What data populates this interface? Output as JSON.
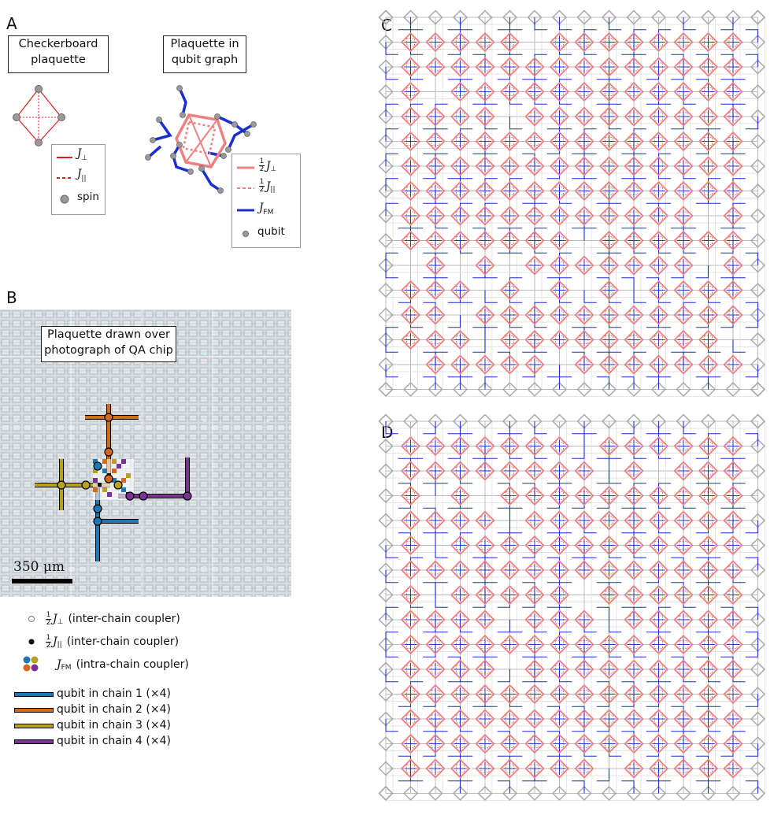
{
  "panel_a": {
    "letter": "A",
    "checkerboard_title": [
      "Checkerboard",
      "plaquette"
    ],
    "qubit_graph_title": [
      "Plaquette in",
      "qubit graph"
    ],
    "legend1": {
      "j_perp": "J",
      "j_par": "J",
      "spin": "spin"
    },
    "legend2": {
      "half_j_perp": "J",
      "half_j_par": "J",
      "j_fm": "J",
      "fm_sub": "FM",
      "qubit": "qubit"
    }
  },
  "panel_b": {
    "letter": "B",
    "caption": [
      "Plaquette drawn over",
      "photograph of QA chip"
    ],
    "scalebar": "350 μm",
    "legend": [
      {
        "symbol": "J",
        "text": "(inter-chain coupler)"
      },
      {
        "symbol": "J",
        "text": "(inter-chain coupler)"
      },
      {
        "symbol": "J",
        "sub": "FM",
        "text": "(intra-chain coupler)"
      }
    ],
    "chains": [
      {
        "label": "qubit in chain 1 (×4)",
        "color": "#1f77b4"
      },
      {
        "label": "qubit in chain 2 (×4)",
        "color": "#d2691e"
      },
      {
        "label": "qubit in chain 3 (×4)",
        "color": "#b8a020"
      },
      {
        "label": "qubit in chain 4 (×4)",
        "color": "#7b3294"
      }
    ]
  },
  "panel_c": {
    "letter": "C"
  },
  "panel_d": {
    "letter": "D"
  },
  "colors": {
    "j_perp": "#e02020",
    "half_coupler": "#f08080",
    "fm": "#1a2fd0",
    "grid": "#bbbbbb",
    "node": "#999999"
  }
}
